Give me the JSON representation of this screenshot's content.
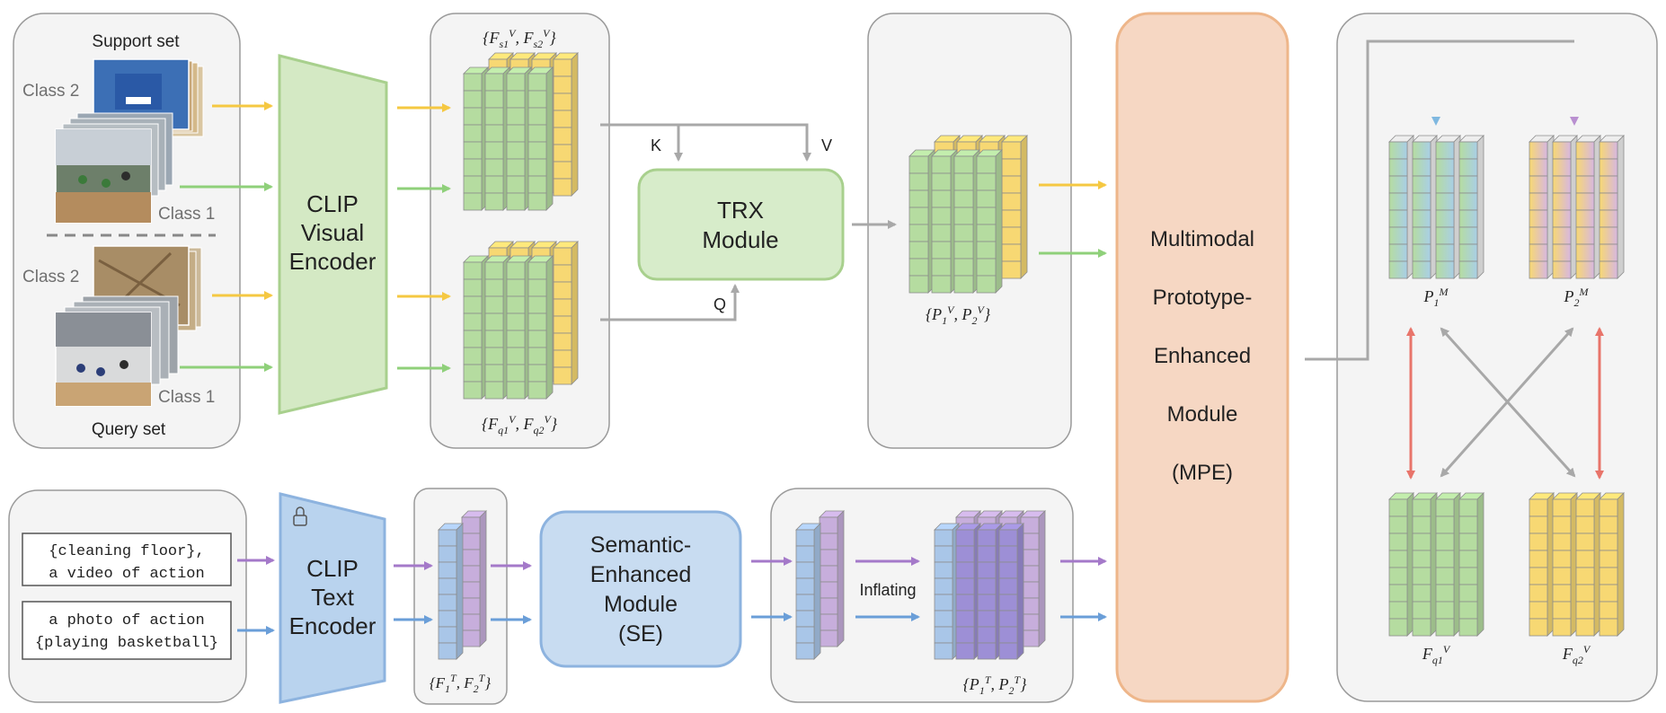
{
  "support_panel": {
    "title": "Support set",
    "class2_label": "Class 2",
    "class1_label": "Class 1"
  },
  "query_panel": {
    "title": "Query set",
    "class2_label": "Class 2",
    "class1_label": "Class 1"
  },
  "visual_encoder": {
    "line1": "CLIP",
    "line2": "Visual",
    "line3": "Encoder"
  },
  "text_encoder": {
    "line1": "CLIP",
    "line2": "Text",
    "line3": "Encoder"
  },
  "prompts": {
    "p1_line1": "{cleaning floor},",
    "p1_line2": "a video of action",
    "p2_line1": "a photo of action",
    "p2_line2": "{playing basketball}"
  },
  "support_features_label": "{F_{s1}^V, F_{s2}^V}",
  "query_features_label": "{F_{q1}^V, F_{q2}^V}",
  "text_features_label": "{F_1^T, F_2^T}",
  "trx": {
    "line1": "TRX",
    "line2": "Module",
    "k": "K",
    "v": "V",
    "q": "Q"
  },
  "visual_proto_label": "{P_1^V, P_2^V}",
  "se": {
    "line1": "Semantic-",
    "line2": "Enhanced",
    "line3": "Module",
    "line4": "(SE)"
  },
  "inflating": "Inflating",
  "text_proto_label": "{P_1^T, P_2^T}",
  "mpe": {
    "line1": "Multimodal",
    "line2": "Prototype-",
    "line3": "Enhanced",
    "line4": "Module",
    "line5": "(MPE)"
  },
  "right_panel": {
    "p1m": "P_1^M",
    "p2m": "P_2^M",
    "fq1": "F_{q1}^V",
    "fq2": "F_{q2}^V"
  },
  "colors": {
    "green": "#b5dca0",
    "yellow": "#f7d873",
    "blue": "#a9c6e8",
    "purple": "#c7aedc",
    "deep_purple": "#9d8fd6",
    "panel_fill": "#f4f4f4",
    "panel_stroke": "#9a9a9a",
    "gray_arrow": "#a8a8a8",
    "red_arrow": "#e8746a",
    "yellow_arrow": "#f5c842",
    "green_arrow": "#8fd07a",
    "purple_arrow": "#a479c9",
    "blue_arrow": "#6a9ed8",
    "encoder_green_fill": "#d4e9c4",
    "encoder_green_stroke": "#a8d08d",
    "encoder_blue_fill": "#b9d3ee",
    "encoder_blue_stroke": "#8db3df",
    "trx_fill": "#d7ecca",
    "se_fill": "#c8dcf1",
    "mpe_fill": "#f6d7c3",
    "mpe_stroke": "#eeb68a"
  }
}
